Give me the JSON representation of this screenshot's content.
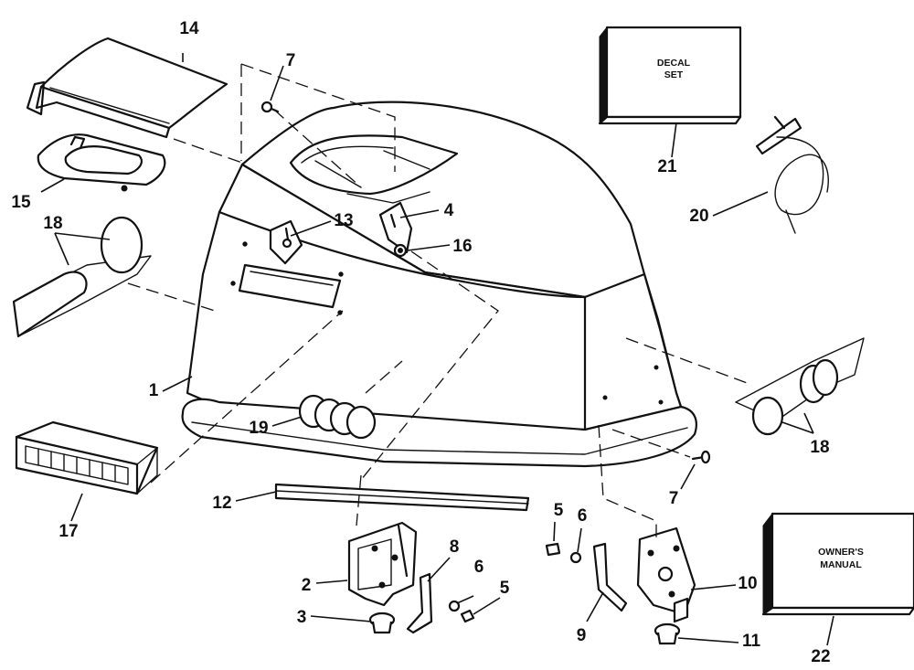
{
  "callouts": {
    "c1": "1",
    "c2": "2",
    "c3": "3",
    "c4": "4",
    "c5a": "5",
    "c5b": "5",
    "c6a": "6",
    "c6b": "6",
    "c7a": "7",
    "c7b": "7",
    "c8": "8",
    "c9": "9",
    "c10": "10",
    "c11": "11",
    "c12": "12",
    "c13": "13",
    "c14": "14",
    "c15": "15",
    "c16": "16",
    "c17": "17",
    "c18a": "18",
    "c18b": "18",
    "c19": "19",
    "c20": "20",
    "c21": "21",
    "c22": "22"
  },
  "boxes": {
    "decal_line1": "DECAL",
    "decal_line2": "SET",
    "manual_line1": "OWNER'S",
    "manual_line2": "MANUAL"
  }
}
